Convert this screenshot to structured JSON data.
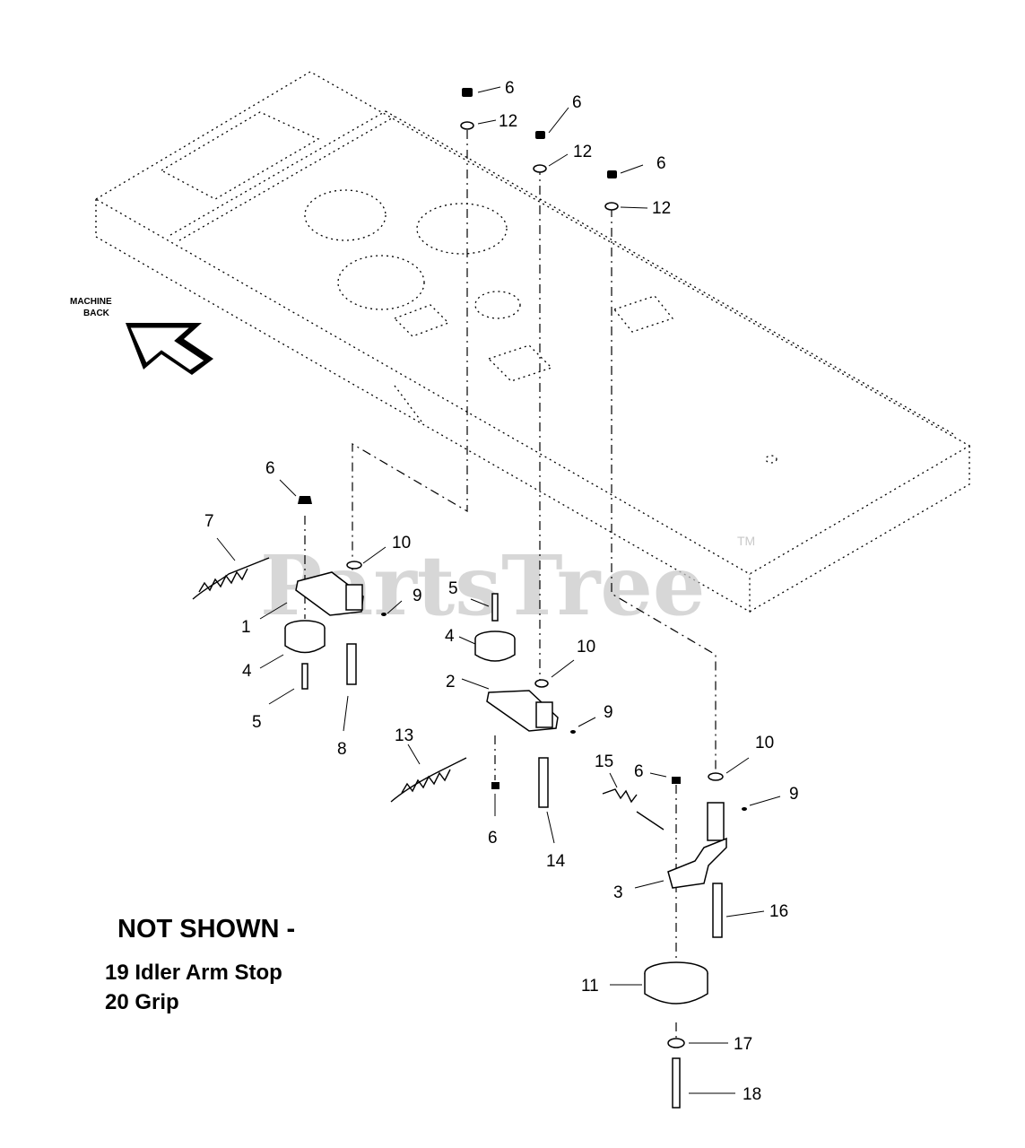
{
  "watermark": "PartsTree",
  "watermark_tm": "TM",
  "direction_label": [
    "MACHINE",
    "BACK"
  ],
  "callouts": {
    "c1": "6",
    "c2": "12",
    "c3": "6",
    "c4": "12",
    "c5": "6",
    "c6": "12",
    "c7": "6",
    "c8": "7",
    "c9": "10",
    "c10": "9",
    "c11": "1",
    "c12": "4",
    "c13": "5",
    "c14": "8",
    "c15": "5",
    "c16": "4",
    "c17": "10",
    "c18": "2",
    "c19": "9",
    "c20": "13",
    "c21": "6",
    "c22": "14",
    "c23": "15",
    "c24": "6",
    "c25": "10",
    "c26": "9",
    "c27": "3",
    "c28": "16",
    "c29": "11",
    "c30": "17",
    "c31": "18"
  },
  "not_shown": {
    "title": "NOT SHOWN -",
    "items": [
      "19 Idler Arm Stop",
      "20 Grip"
    ]
  }
}
